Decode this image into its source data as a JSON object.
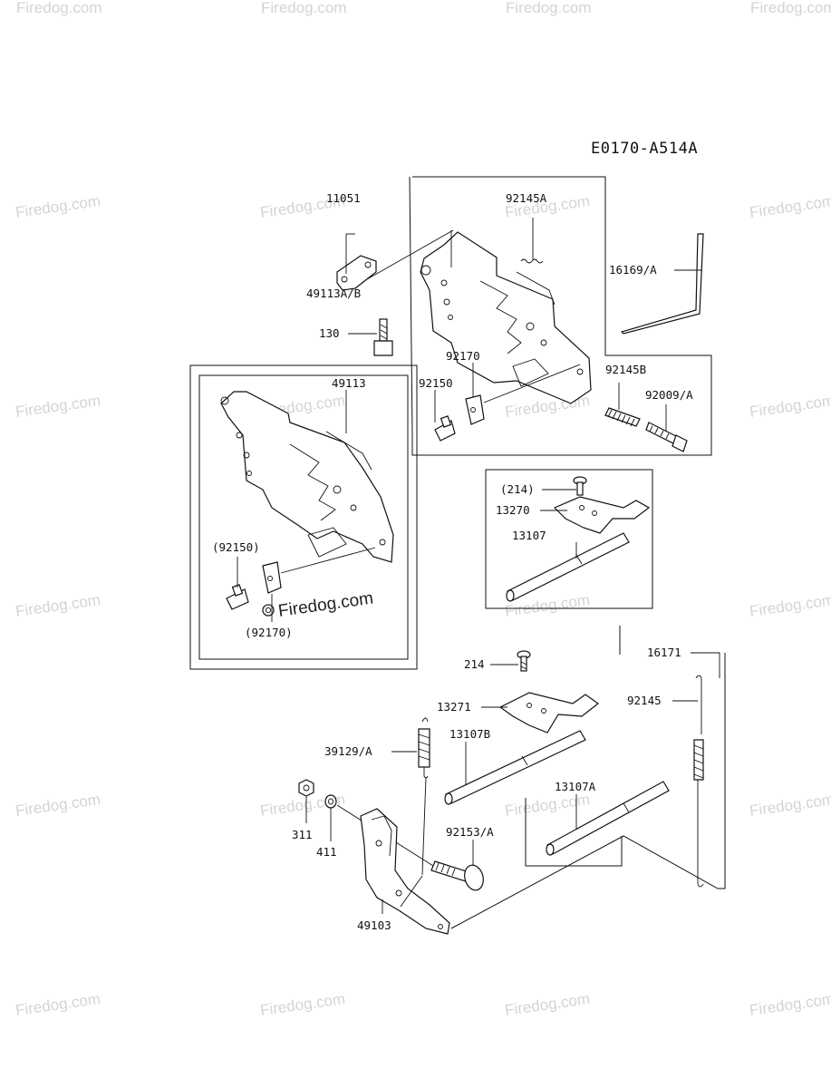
{
  "diagram_code": "E0170-A514A",
  "watermark": "Firedog.com",
  "labels": {
    "p11051": "11051",
    "p92145A": "92145A",
    "p16169A": "16169/A",
    "p49113AB": "49113A/B",
    "p130": "130",
    "p92170": "92170",
    "p92150": "92150",
    "p92145B": "92145B",
    "p92009A": "92009/A",
    "p49113": "49113",
    "p92150p": "(92150)",
    "p92170p": "(92170)",
    "p214p": "(214)",
    "p13270": "13270",
    "p13107": "13107",
    "p214": "214",
    "p16171": "16171",
    "p13271": "13271",
    "p92145": "92145",
    "p39129A": "39129/A",
    "p13107B": "13107B",
    "p13107A": "13107A",
    "p311": "311",
    "p411": "411",
    "p92153A": "92153/A",
    "p49103": "49103"
  }
}
